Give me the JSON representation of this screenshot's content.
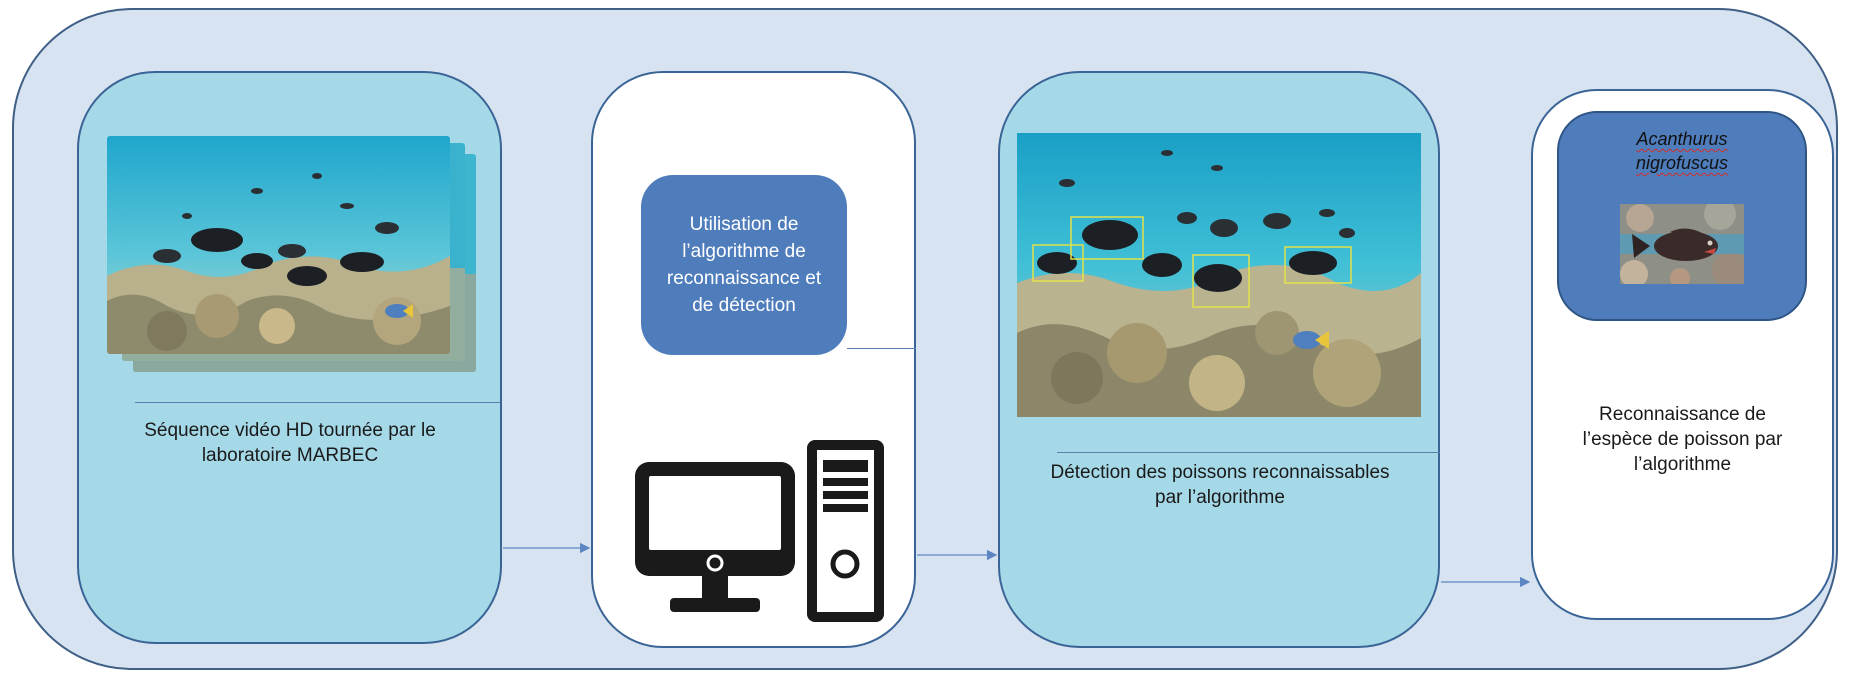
{
  "colors": {
    "outer_fill": "#d7e3f0",
    "outer_border": "#3f5f86",
    "panel_light_blue": "#a6d9e8",
    "panel_white": "#ffffff",
    "panel_border": "#3a6496",
    "accent_box": "#4f7dbb",
    "arrow": "#5b86c1",
    "computer_icon": "#1a1a1a"
  },
  "step1": {
    "caption_line1": "Séquence vidéo HD tournée par le",
    "caption_line2": "laboratoire MARBEC",
    "image": "underwater-reef-video-frames"
  },
  "step2": {
    "box_line1": "Utilisation de",
    "box_line2": "l’algorithme de",
    "box_line3": "reconnaissance et",
    "box_line4": "de détection",
    "icon": "desktop-computer-icon"
  },
  "step3": {
    "caption_line1": "Détection des poissons reconnaissables",
    "caption_line2": "par l’algorithme",
    "image": "underwater-reef-with-detection-boxes"
  },
  "step4": {
    "species_line1": "Acanthurus",
    "species_line2": "nigrofuscus",
    "caption_line1": "Reconnaissance de",
    "caption_line2": "l’espèce de poisson par",
    "caption_line3": "l’algorithme",
    "image": "acanthurus-fish-photo"
  }
}
